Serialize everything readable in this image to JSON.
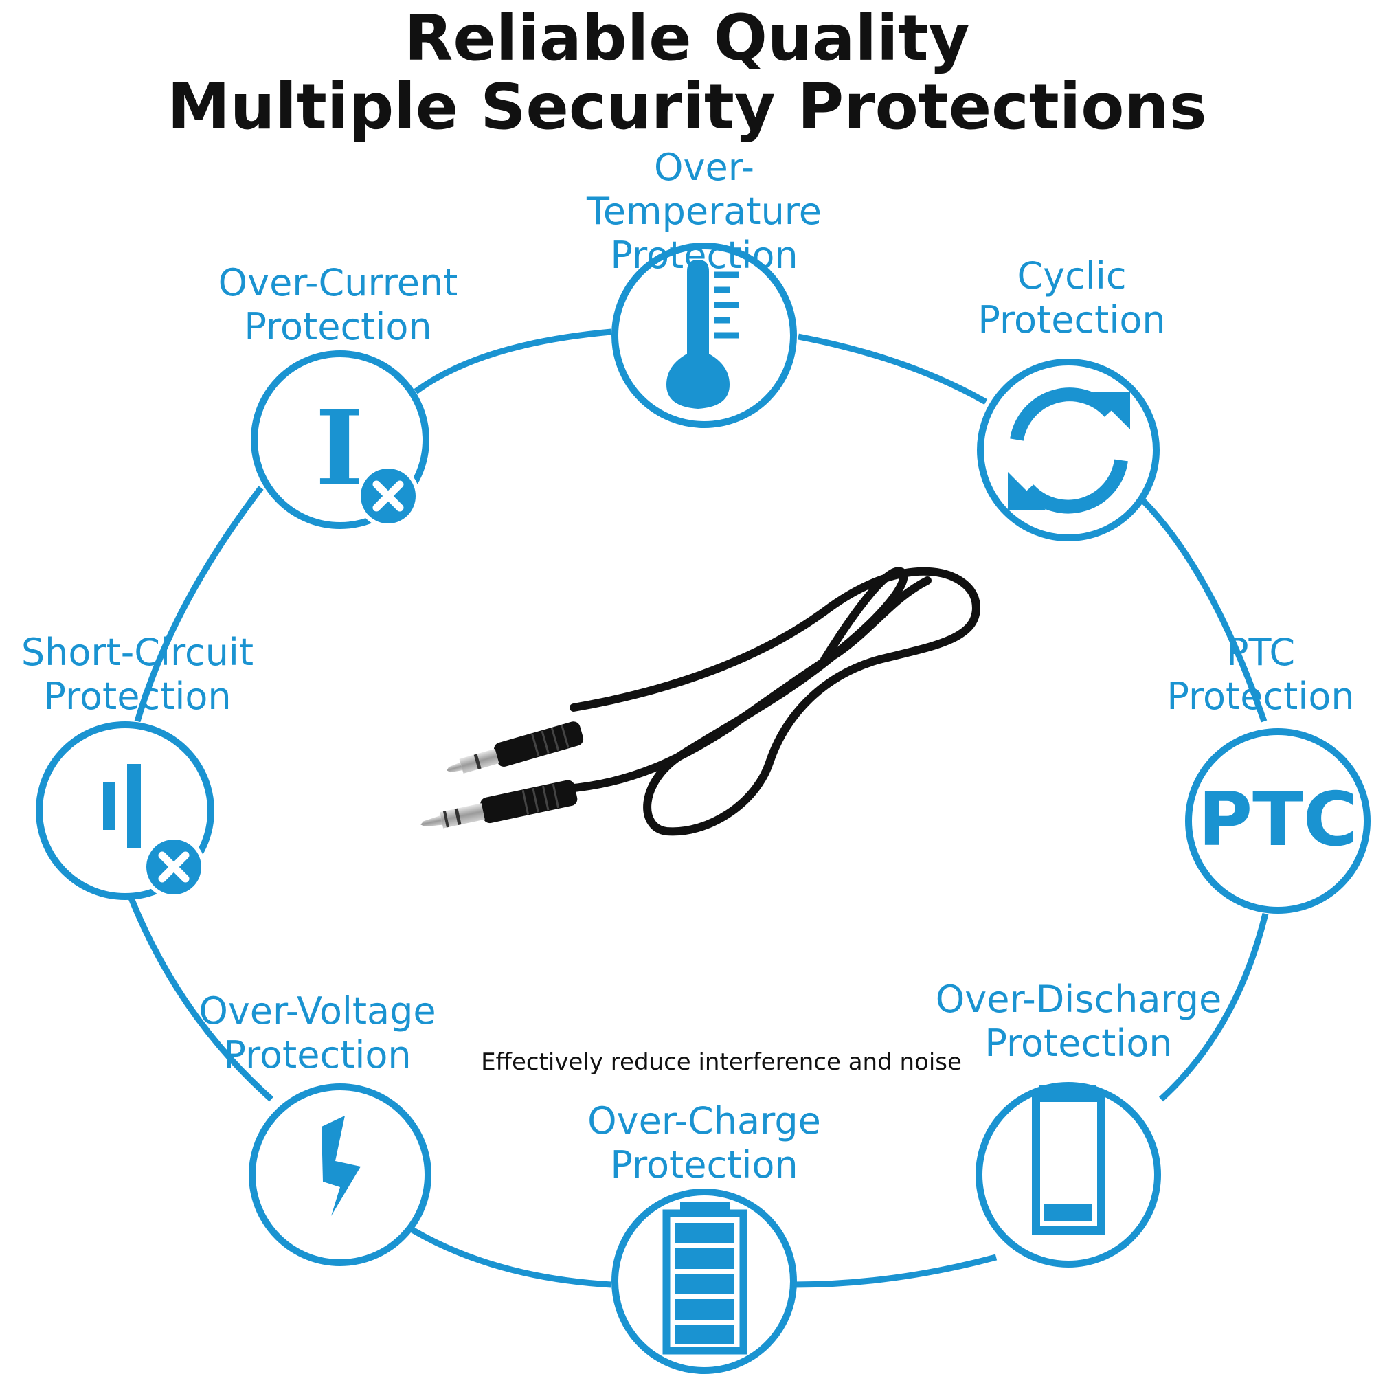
{
  "title": {
    "line1": "Reliable Quality",
    "line2": "Multiple Security Protections"
  },
  "colors": {
    "accent": "#1a93d1",
    "title": "#111111",
    "cable": "#111111"
  },
  "protections": [
    {
      "id": "over-temperature",
      "line1": "Over-Temperature",
      "line2": "Protection",
      "icon": "thermometer-icon"
    },
    {
      "id": "cyclic",
      "line1": "Cyclic",
      "line2": "Protection",
      "icon": "cycle-arrows-icon"
    },
    {
      "id": "ptc",
      "line1": "PTC",
      "line2": "Protection",
      "icon": "ptc-icon",
      "icon_text": "PTC"
    },
    {
      "id": "over-discharge",
      "line1": "Over-Discharge",
      "line2": "Protection",
      "icon": "low-battery-icon"
    },
    {
      "id": "over-charge",
      "line1": "Over-Charge",
      "line2": "Protection",
      "icon": "full-battery-icon"
    },
    {
      "id": "over-voltage",
      "line1": "Over-Voltage",
      "line2": "Protection",
      "icon": "lightning-icon"
    },
    {
      "id": "short-circuit",
      "line1": "Short-Circuit",
      "line2": "Protection",
      "icon": "short-circuit-icon"
    },
    {
      "id": "over-current",
      "line1": "Over-Current",
      "line2": "Protection",
      "icon": "current-icon",
      "icon_text": "I"
    }
  ],
  "caption": "Effectively reduce interference and noise",
  "product": "audio-cable-image"
}
